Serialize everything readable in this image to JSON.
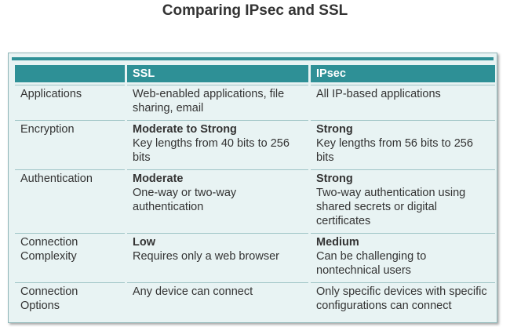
{
  "title": "Comparing IPsec and SSL",
  "columns": [
    "",
    "SSL",
    "IPsec"
  ],
  "rows": [
    {
      "label": "Applications",
      "ssl": {
        "strong": "",
        "detail": "Web-enabled applications, file sharing, email"
      },
      "ipsec": {
        "strong": "",
        "detail": "All IP-based applications"
      }
    },
    {
      "label": "Encryption",
      "ssl": {
        "strong": "Moderate to Strong",
        "detail": "Key lengths from 40 bits to 256 bits"
      },
      "ipsec": {
        "strong": "Strong",
        "detail": "Key lengths from 56 bits to 256 bits"
      }
    },
    {
      "label": "Authentication",
      "ssl": {
        "strong": "Moderate",
        "detail": "One-way or two-way authentication"
      },
      "ipsec": {
        "strong": "Strong",
        "detail": "Two-way authentication using shared secrets or digital certificates"
      }
    },
    {
      "label": "Connection Complexity",
      "ssl": {
        "strong": "Low",
        "detail": "Requires only a web browser"
      },
      "ipsec": {
        "strong": "Medium",
        "detail": "Can be challenging to nontechnical users"
      }
    },
    {
      "label": "Connection Options",
      "ssl": {
        "strong": "",
        "detail": "Any device can connect"
      },
      "ipsec": {
        "strong": "",
        "detail": "Only specific devices with specific configurations can connect"
      }
    }
  ],
  "colors": {
    "header_teal": "#2e9096",
    "cell_background": "#e8f3f3",
    "border": "#8fb6b8"
  }
}
